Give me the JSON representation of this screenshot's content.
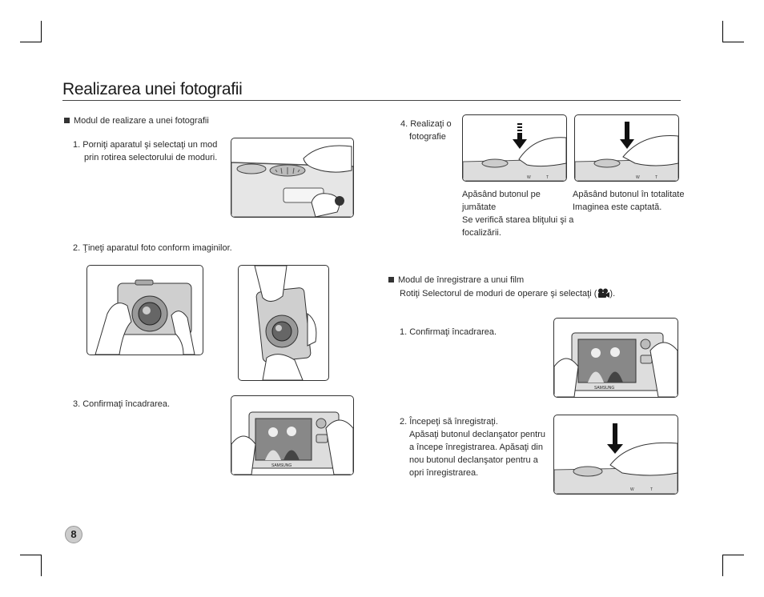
{
  "page": {
    "title": "Realizarea unei fotografii",
    "page_number": "8"
  },
  "photo_mode": {
    "heading": "Modul de realizare a unei fotografii",
    "step1_line1": "1. Porniţi aparatul şi selectaţi un mod",
    "step1_line2": "prin rotirea selectorului de moduri.",
    "step2": "2. Ţineţi aparatul foto conform imaginilor.",
    "step3": "3. Confirmaţi încadrarea.",
    "step4_line1": "4. Realizaţi o",
    "step4_line2": "fotografie",
    "half_press_line1": "Apăsând butonul pe",
    "half_press_line2": "jumătate",
    "half_press_line3": "Se verifică starea bliţului şi a",
    "half_press_line4": "focalizării.",
    "full_press_line1": "Apăsând butonul în totalitate",
    "full_press_line2": "Imaginea este captată."
  },
  "movie_mode": {
    "heading": "Modul de înregistrare a unui film",
    "instruction_before": "Rotiţi Selectorul de moduri de operare şi selectaţi (",
    "instruction_after": ").",
    "step1": "1. Confirmaţi încadrarea.",
    "step2_line1": "2. Începeţi să înregistraţi.",
    "step2_line2": "Apăsaţi butonul declanşator pentru",
    "step2_line3": "a începe înregistrarea. Apăsaţi din",
    "step2_line4": "nou butonul declanşator pentru a",
    "step2_line5": "opri înregistrarea."
  },
  "illustration_labels": {
    "zoom_wide": "W",
    "zoom_tele": "T",
    "brand": "SAMSUNG"
  },
  "icons": [
    "bullet-square-icon",
    "movie-camera-icon",
    "shutter-arrow-icon"
  ]
}
